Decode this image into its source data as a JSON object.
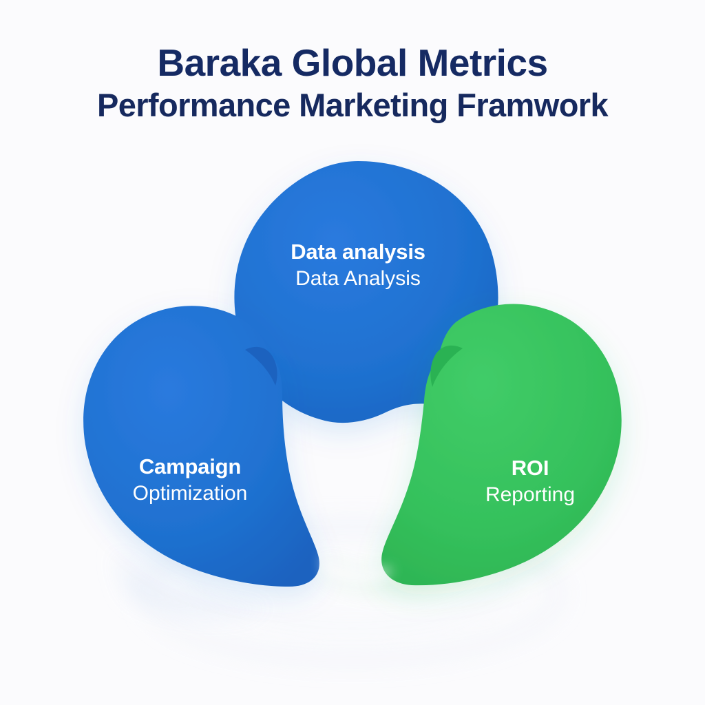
{
  "header": {
    "title": "Baraka Global Metrics",
    "subtitle": "Performance Marketing Framwork"
  },
  "colors": {
    "background": "#fbfbfd",
    "title_navy": "#152a63",
    "node_blue": "#1f71d0",
    "node_blue_dark": "#1a63c0",
    "node_green": "#35c15c",
    "node_green_dark": "#2fb454",
    "ghost_blue": "#d8e6fa",
    "text_white": "#ffffff"
  },
  "diagram": {
    "type": "three-node-petal-cycle",
    "nodes": [
      {
        "id": "data-analysis",
        "position": "top",
        "primary_label": "Data analysis",
        "secondary_label": "Data Analysis",
        "color": "#1f71d0",
        "tail_direction": "bottom-right"
      },
      {
        "id": "campaign-optimization",
        "position": "bottom-left",
        "primary_label": "Campaign",
        "secondary_label": "Optimization",
        "color": "#1f71d0",
        "tail_direction": "top-right"
      },
      {
        "id": "roi-reporting",
        "position": "bottom-right",
        "primary_label": "ROI",
        "secondary_label": "Reporting",
        "color": "#35c15c",
        "tail_direction": "top-left"
      }
    ]
  }
}
